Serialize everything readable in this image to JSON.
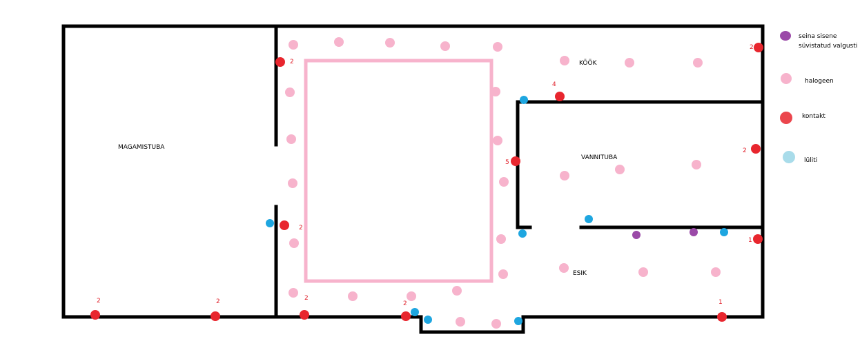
{
  "rooms": {
    "kitchen": "KÖÖK",
    "bedroom": "MAGAMISTUBA",
    "bathroom": "VANNITUBA",
    "hallway": "ESIK"
  },
  "legend": {
    "recessed_line1": "seina sisene",
    "recessed_line2": "süvistatud valgusti",
    "halogen": "halogeen",
    "outlet": "kontakt",
    "switch": "lüliti"
  },
  "colors": {
    "recessed": "#9b4aa8",
    "halogen": "#f7b3cc",
    "outlet": "#e8262e",
    "switch": "#1ea6e0",
    "switch_legend": "#a9dcea",
    "wall": "#000000",
    "island": "#f7b3cc"
  },
  "outlet_counts": [
    "2",
    "2",
    "2",
    "2",
    "2",
    "2",
    "4",
    "5",
    "2",
    "2",
    "1",
    "1"
  ]
}
